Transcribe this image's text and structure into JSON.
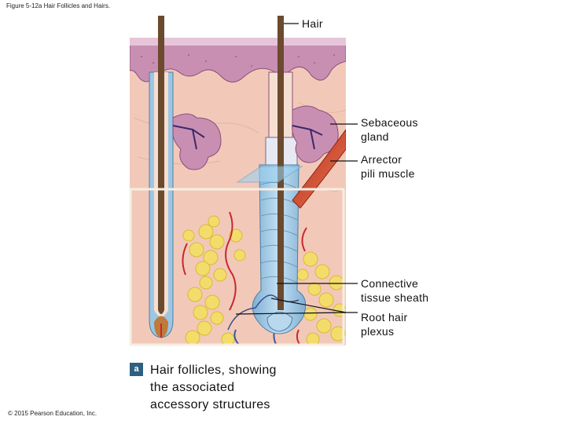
{
  "figure_title": "Figure 5-12a Hair Follicles and Hairs.",
  "labels": {
    "hair": "Hair",
    "sebaceous_gland": "Sebaceous\ngland",
    "arrector_pili": "Arrector\npili muscle",
    "connective_tissue_sheath": "Connective\ntissue sheath",
    "root_hair_plexus": "Root hair\nplexus"
  },
  "caption": {
    "badge": "a",
    "text": "Hair follicles, showing\nthe associated\naccessory structures"
  },
  "copyright": "© 2015 Pearson Education, Inc.",
  "colors": {
    "epidermis": "#c98fb3",
    "dermis": "#f2c9b8",
    "fat": "#f3dd6a",
    "follicle_sheath": "#9cc6e2",
    "muscle": "#d9502f",
    "hair_shaft": "#6b4a2e",
    "vessel_red": "#c8282e",
    "nerve": "#3b4c8c"
  }
}
